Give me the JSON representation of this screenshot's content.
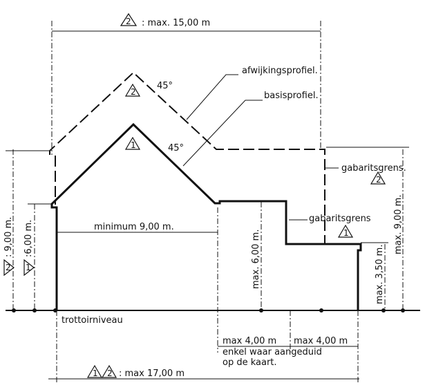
{
  "labels": {
    "top_max": ": max. 15,00 m",
    "top_badge": "2",
    "angle_upper": "45°",
    "angle_lower": "45°",
    "roof_badge_upper": "2",
    "roof_badge_lower": "1",
    "afwijkingsprofiel": "afwijkingsprofiel.",
    "basisprofiel": "basisprofiel.",
    "gabaritsgrens_2": "gabaritsgrens.",
    "gabaritsgrens_2_badge": "2",
    "gabaritsgrens_1": "gabaritsgrens",
    "gabaritsgrens_1_badge": "1",
    "minimum": "minimum 9,00 m.",
    "max_600": "max. 6,00 m.",
    "max_350": "max. 3,50 m.",
    "max_900_right": "max. 9,00 m.",
    "left_900_badge": "2",
    "left_900": ": 9,00 m.",
    "left_600_badge": "1",
    "left_600": ":6,00 m.",
    "trottoirniveau": "trottoirniveau",
    "max_400_a": "max 4,00 m",
    "max_400_b": "max 4,00 m",
    "enkel_1": "enkel waar aangeduid",
    "enkel_2": "op de kaart.",
    "bottom_badge_1": "1",
    "bottom_badge_2": "2",
    "bottom_max": ": max   17,00 m"
  }
}
